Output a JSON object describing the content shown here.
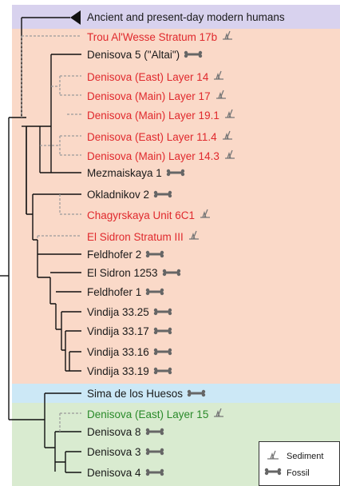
{
  "colors": {
    "modern_band": "#d8d2ee",
    "neanderthal_band": "#fad9c8",
    "sima_band": "#cce8f6",
    "denisovan_band": "#d9ebd0",
    "sediment_text": "#e0292d",
    "denisovan_sediment_text": "#2a8a2a",
    "fossil_text": "#1a1a1a"
  },
  "taxa": {
    "modern": "Ancient and present-day modern humans",
    "trou": "Trou Al'Wesse Stratum 17b",
    "den5": "Denisova 5 (\"Altai\")",
    "deneast14": "Denisova (East) Layer 14",
    "denmain17": "Denisova (Main) Layer 17",
    "denmain191": "Denisova (Main) Layer 19.1",
    "deneast114": "Denisova (East) Layer 11.4",
    "denmain143": "Denisova (Main) Layer 14.3",
    "mezmaiskaya": "Mezmaiskaya 1",
    "okladnikov": "Okladnikov 2",
    "chagyrskaya": "Chagyrskaya Unit 6C1",
    "elsidron3": "El Sidron Stratum III",
    "feldhofer2": "Feldhofer 2",
    "elsidron1253": "El Sidron 1253",
    "feldhofer1": "Feldhofer 1",
    "vindija25": "Vindija 33.25",
    "vindija17": "Vindija 33.17",
    "vindija16": "Vindija 33.16",
    "vindija19": "Vindija 33.19",
    "sima": "Sima de los Huesos",
    "deneast15": "Denisova (East) Layer 15",
    "den8": "Denisova 8",
    "den3": "Denisova 3",
    "den4": "Denisova 4"
  },
  "leaf_types": {
    "trou": "sediment",
    "den5": "fossil",
    "deneast14": "sediment",
    "denmain17": "sediment",
    "denmain191": "sediment",
    "deneast114": "sediment",
    "denmain143": "sediment",
    "mezmaiskaya": "fossil",
    "okladnikov": "fossil",
    "chagyrskaya": "sediment",
    "elsidron3": "sediment",
    "feldhofer2": "fossil",
    "elsidron1253": "fossil",
    "feldhofer1": "fossil",
    "vindija25": "fossil",
    "vindija17": "fossil",
    "vindija16": "fossil",
    "vindija19": "fossil",
    "sima": "fossil",
    "deneast15": "sediment",
    "den8": "fossil",
    "den3": "fossil",
    "den4": "fossil"
  },
  "legend": {
    "sediment": "Sediment",
    "fossil": "Fossil"
  },
  "icons": {
    "sediment": "sediment-icon",
    "fossil": "bone-icon"
  }
}
